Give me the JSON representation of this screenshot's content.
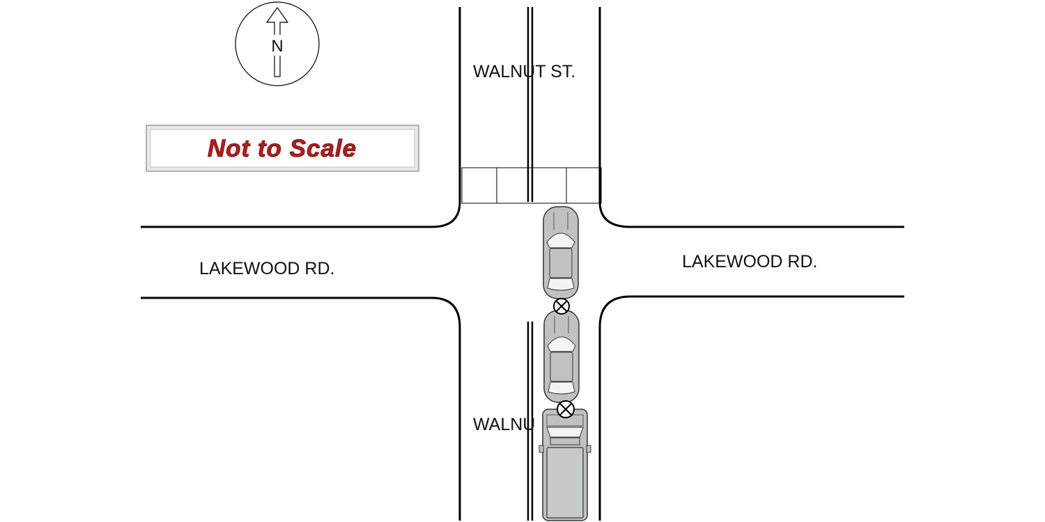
{
  "streets": {
    "north_label": "WALNUT ST.",
    "south_label": "WALNU",
    "west_label": "LAKEWOOD RD.",
    "east_label": "LAKEWOOD RD."
  },
  "compass": {
    "letter": "N"
  },
  "scale_note": {
    "text": "Not to Scale"
  },
  "vehicles": [
    {
      "kind": "sedan",
      "heading": "north"
    },
    {
      "kind": "sedan",
      "heading": "north"
    },
    {
      "kind": "pickup-truck",
      "heading": "north"
    }
  ],
  "impact_markers": 2,
  "colors": {
    "road_lines": "#000000",
    "vehicle_body": "#c0c2c1",
    "vehicle_glass": "#f4f4f4",
    "scale_text": "#c21818",
    "scale_box": "#e8e8e8"
  }
}
